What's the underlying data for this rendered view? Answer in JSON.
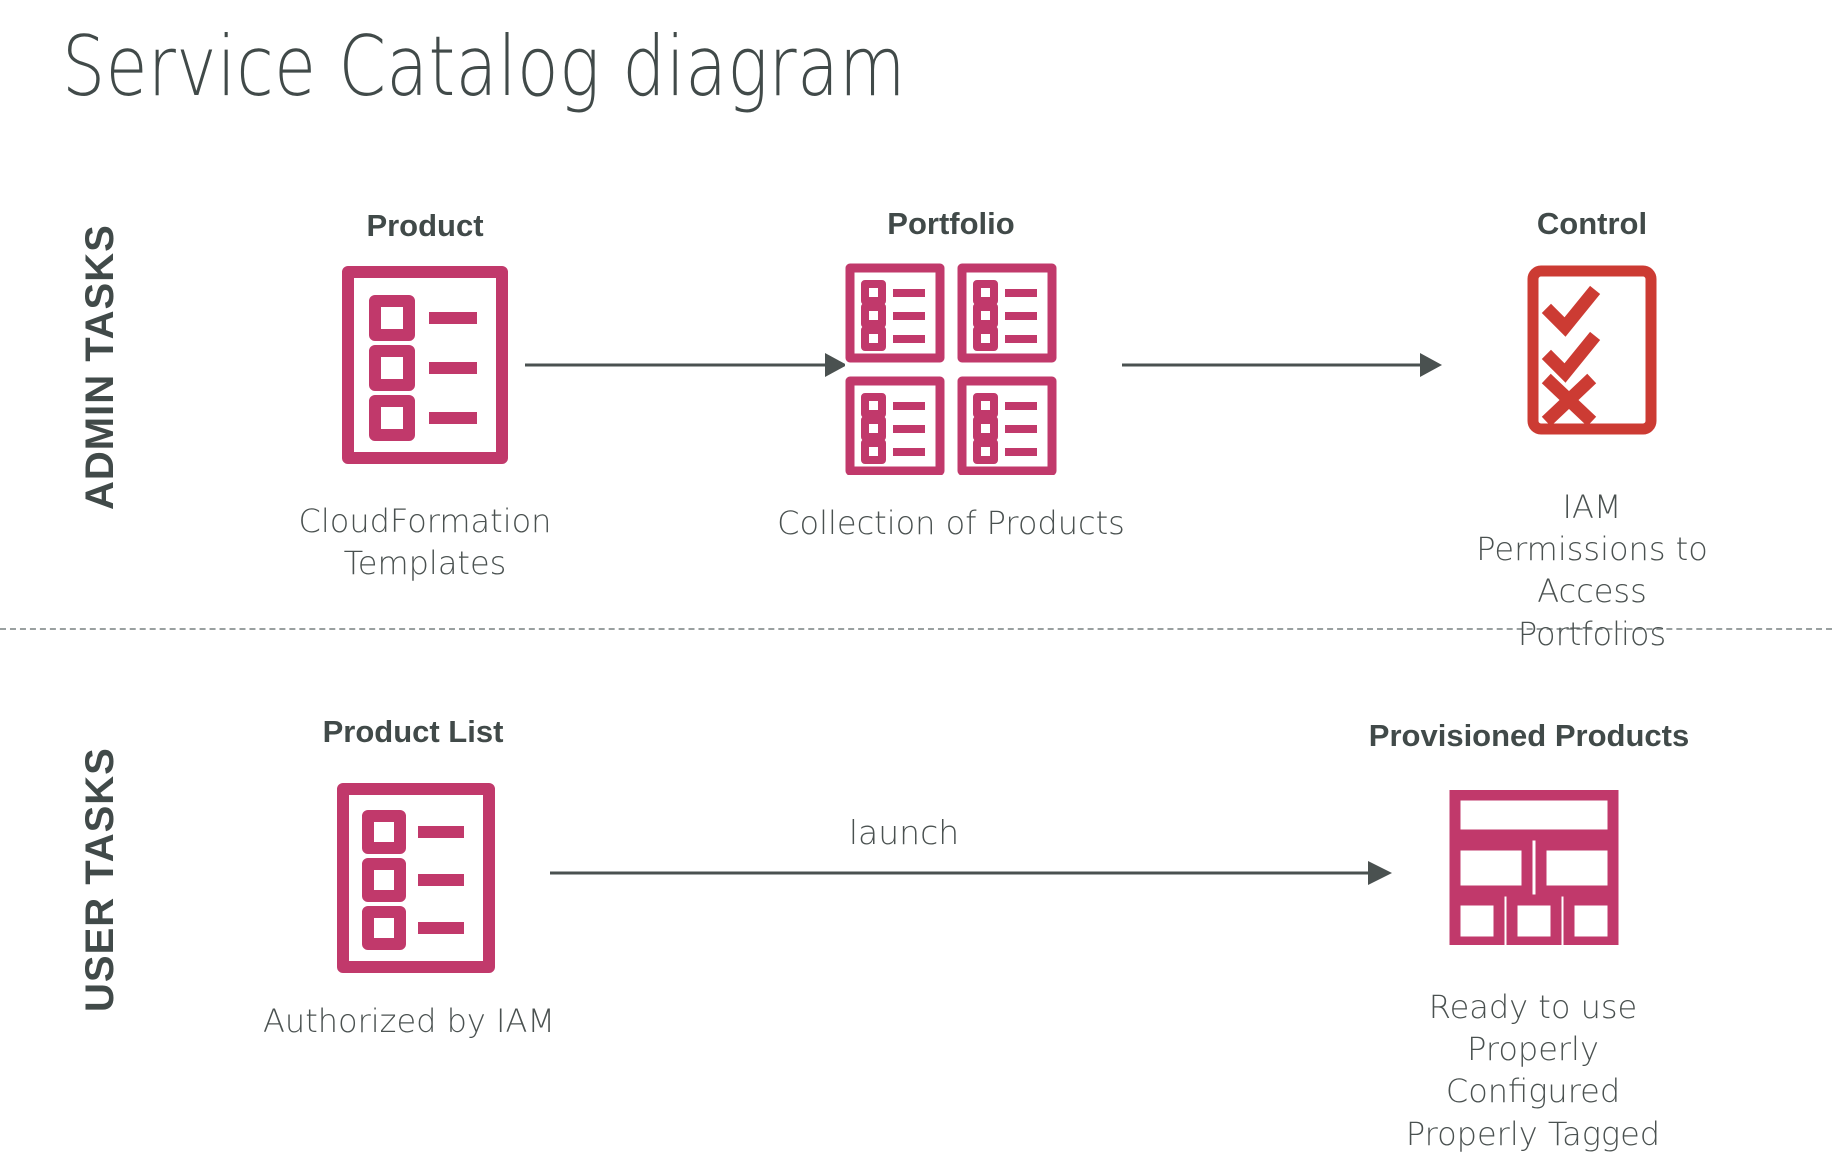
{
  "title": "Service Catalog diagram",
  "colors": {
    "crimson": "#C1396B",
    "red": "#CC3B33",
    "text_dark": "#414a49",
    "text_body": "#4a5150",
    "arrow": "#4a5150",
    "divider": "#9aa0a0",
    "background": "#ffffff"
  },
  "bands": [
    {
      "id": "admin",
      "label": "ADMIN TASKS"
    },
    {
      "id": "user",
      "label": "USER TASKS"
    }
  ],
  "admin_row": {
    "nodes": [
      {
        "heading": "Product",
        "icon": "checklist-document-icon",
        "caption": "CloudFormation\nTemplates"
      },
      {
        "heading": "Portfolio",
        "icon": "checklist-grid-icon",
        "caption": "Collection of Products"
      },
      {
        "heading": "Control",
        "icon": "checkmarks-document-icon",
        "caption": "IAM Permissions to\nAccess Portfolios"
      }
    ],
    "arrows": [
      {
        "label": "",
        "from": "Product",
        "to": "Portfolio"
      },
      {
        "label": "",
        "from": "Portfolio",
        "to": "Control"
      }
    ]
  },
  "user_row": {
    "nodes": [
      {
        "heading": "Product List",
        "icon": "checklist-document-icon",
        "caption": "Authorized by IAM"
      },
      {
        "heading": "Provisioned Products",
        "icon": "layout-blocks-icon",
        "caption": "Ready to use\nProperly Configured\nProperly Tagged"
      }
    ],
    "arrows": [
      {
        "label": "launch",
        "from": "Product List",
        "to": "Provisioned Products"
      }
    ]
  }
}
